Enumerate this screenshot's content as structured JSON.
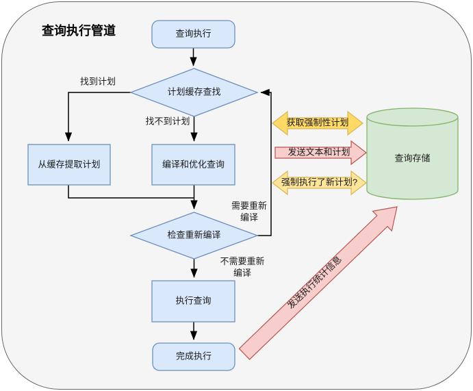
{
  "diagram": {
    "title": "查询执行管道",
    "nodes": {
      "start": "查询执行",
      "plan_cache_lookup": "计划缓存查找",
      "fetch_plan_from_cache": "从缓存提取计划",
      "compile_and_optimize": "编译和优化查询",
      "check_recompile": "检查重新编译",
      "execute_query": "执行查询",
      "finish_execution": "完成执行",
      "query_store": "查询存储"
    },
    "edge_labels": {
      "plan_found": "找到计划",
      "plan_not_found": "找不到计划",
      "recompile_needed": {
        "line1": "需要重新",
        "line2": "编译"
      },
      "recompile_not_needed": {
        "line1": "不需要重新",
        "line2": "编译"
      }
    },
    "exchange_arrows": {
      "fetch_forced_plan": "获取强制性计划",
      "send_text_and_plan": "发送文本和计划",
      "forced_new_plan": "强制执行了新计划?",
      "send_execution_stats": "发送执行统计信息"
    },
    "colors": {
      "node_fill": "#dae8fc",
      "node_border": "#6c8ebf",
      "store_fill": "#d5e8d4",
      "store_border": "#82b366",
      "yellow_fill": "#ffd966",
      "yellow_fill_light": "#ffe599",
      "yellow_border": "#d6b656",
      "pink_fill": "#f8cecc",
      "pink_border": "#b85450",
      "canvas_fill": "#f5f5f5",
      "canvas_border": "#666666",
      "connector": "#000000"
    }
  }
}
